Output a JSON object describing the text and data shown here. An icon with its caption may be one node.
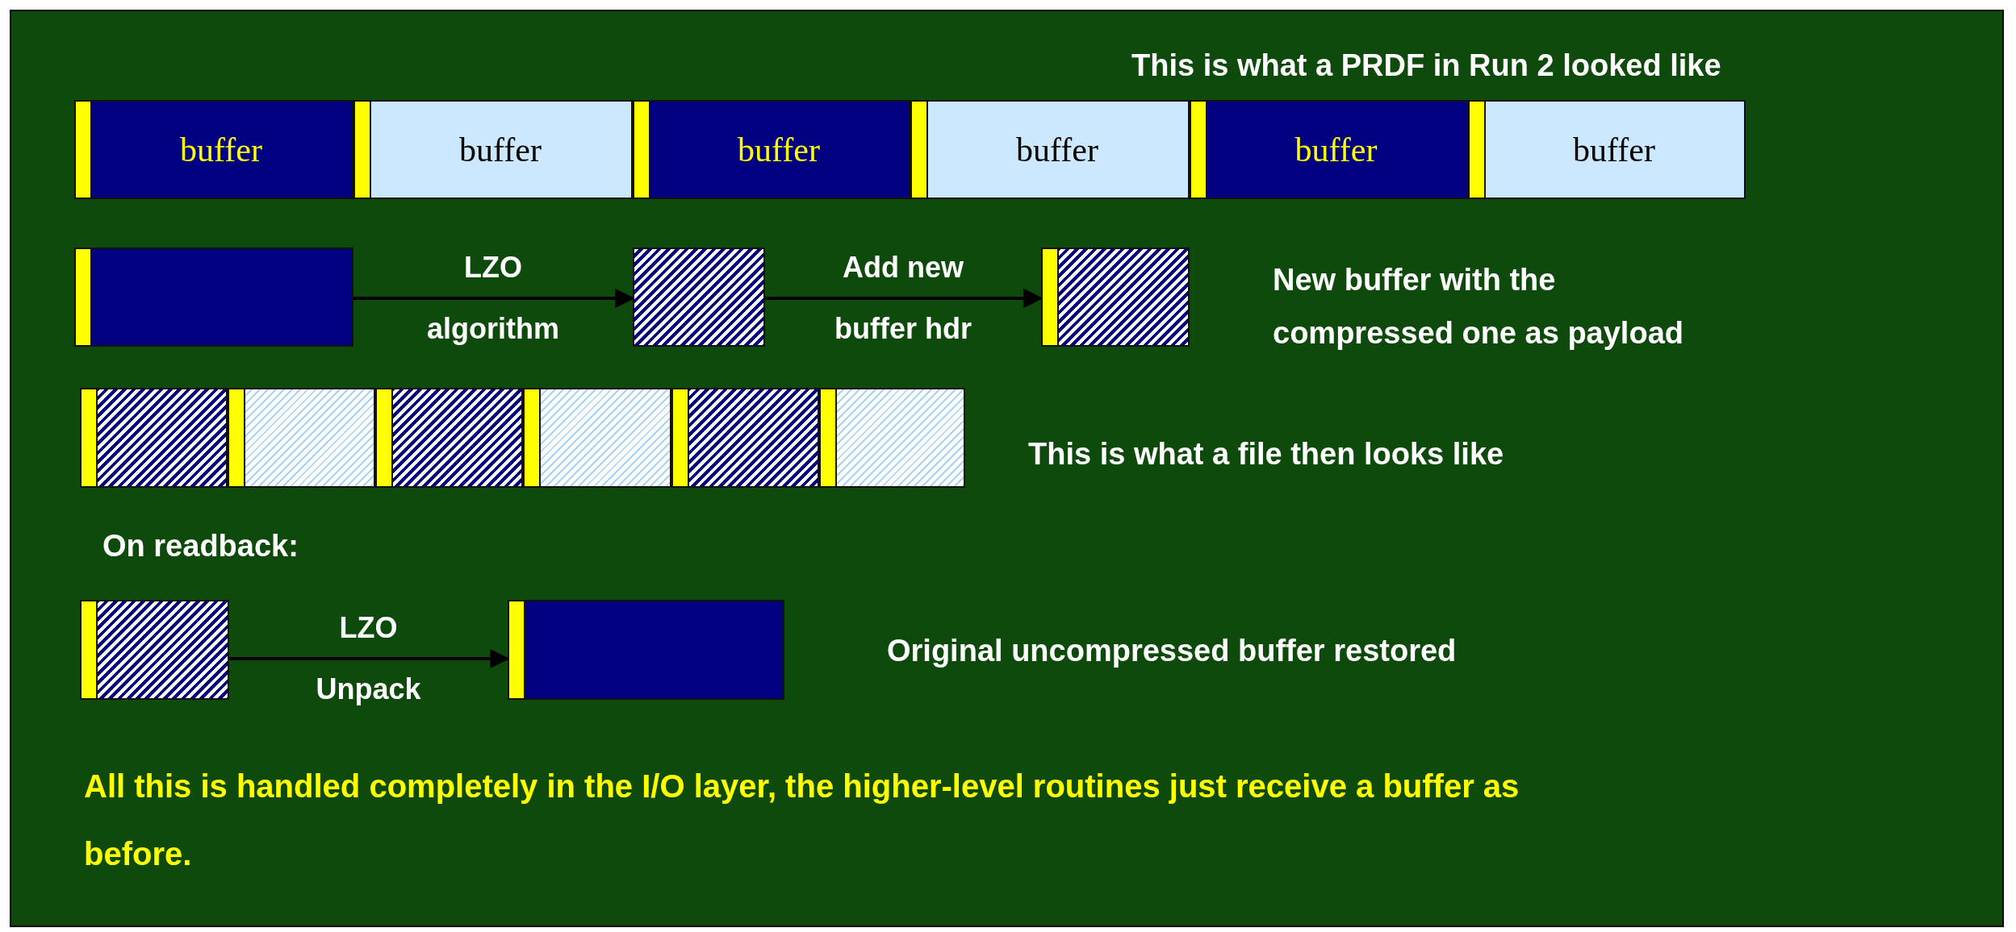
{
  "diagram": {
    "nodes": [
      {
        "text": [
          "buffer"
        ]
      },
      {
        "text": [
          "buffer"
        ]
      },
      {
        "text": [
          "buffer"
        ]
      },
      {
        "text": [
          "buffer"
        ]
      },
      {
        "text": [
          "buffer"
        ]
      },
      {
        "text": [
          "buffer"
        ]
      },
      {
        "text": [],
        "shape": "box"
      },
      {
        "text": [],
        "shape": "box"
      },
      {
        "text": [],
        "shape": "box"
      },
      {
        "text": [],
        "shape": "box"
      },
      {
        "text": [],
        "shape": "box"
      },
      {
        "text": [],
        "shape": "box"
      },
      {
        "text": [],
        "shape": "box"
      },
      {
        "text": [],
        "shape": "box"
      },
      {
        "text": [],
        "shape": "box"
      },
      {
        "text": [],
        "shape": "box"
      },
      {
        "text": [],
        "shape": "box"
      }
    ],
    "edges": [
      {
        "from": 6,
        "to": 7,
        "arrow": "to",
        "label": "LZO algorithm"
      },
      {
        "from": 7,
        "to": 8,
        "arrow": "to",
        "label": "Add new buffer hdr"
      },
      {
        "from": 15,
        "to": 16,
        "arrow": "to",
        "label": "LZO Unpack"
      }
    ],
    "labels": [
      "This is what a PRDF in Run 2 looked like",
      "New buffer with the compressed one as payload",
      "This is what a file then looks like",
      "On readback:",
      "Original uncompressed buffer restored",
      "All this is handled completely in the I/O layer, the higher-level routines just receive a buffer as before."
    ]
  }
}
